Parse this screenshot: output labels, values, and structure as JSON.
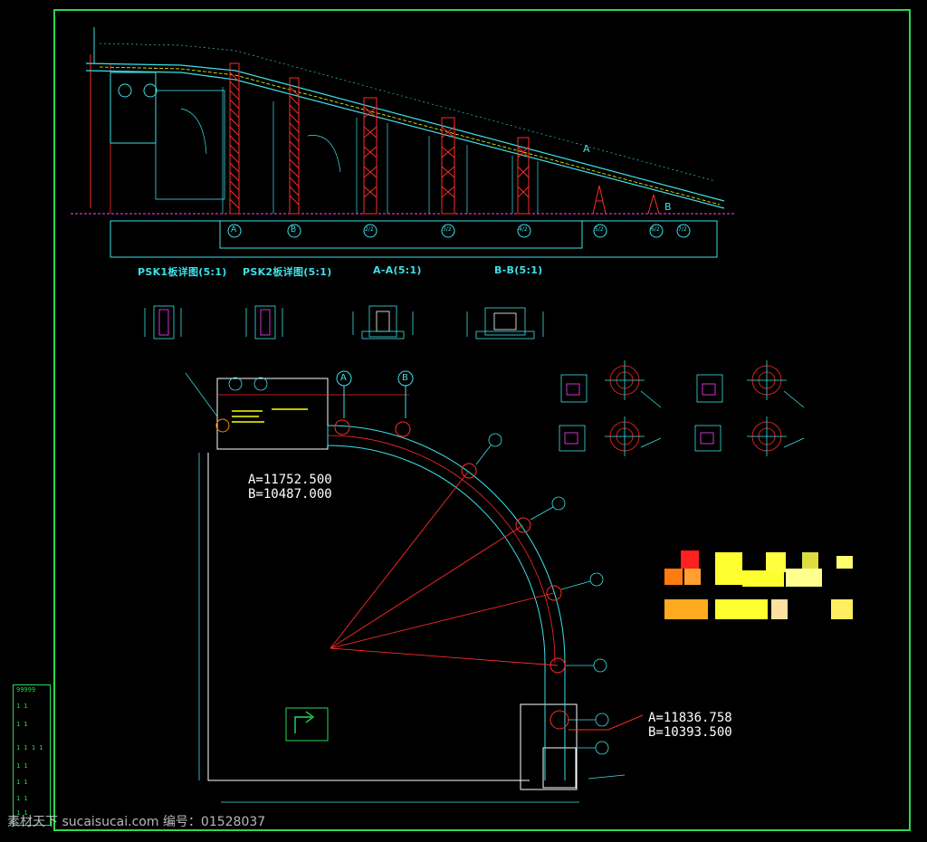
{
  "section_titles": [
    "PSK1板详图(5:1)",
    "PSK2板详图(5:1)",
    "A-A(5:1)",
    "B-B(5:1)"
  ],
  "coordinates": {
    "upper_a": "A=11752.500",
    "upper_b": "B=10487.000",
    "lower_a": "A=11836.758",
    "lower_b": "B=10393.500"
  },
  "grid_axes": [
    "A",
    "B",
    "2/2",
    "3/2",
    "4/2",
    "5/2",
    "6/2",
    "7/2"
  ],
  "plan_axes": [
    "A",
    "B"
  ],
  "elevation_markers": [
    "A",
    "B"
  ],
  "title_block": {
    "rows": [
      "99999",
      "1   1",
      "1   1",
      "1 1 1 1",
      "1   1",
      "1   1",
      "1   1",
      "1   1"
    ]
  },
  "watermark": "素材天下 sucaisucai.com  编号：01528037",
  "colors": {
    "frame": "#27d957",
    "cyan": "#3ee0e8",
    "red": "#ff2a2a",
    "white": "#ffffff",
    "yellow": "#ffff00",
    "magenta": "#ff40ff",
    "orange": "#ff8a00"
  }
}
